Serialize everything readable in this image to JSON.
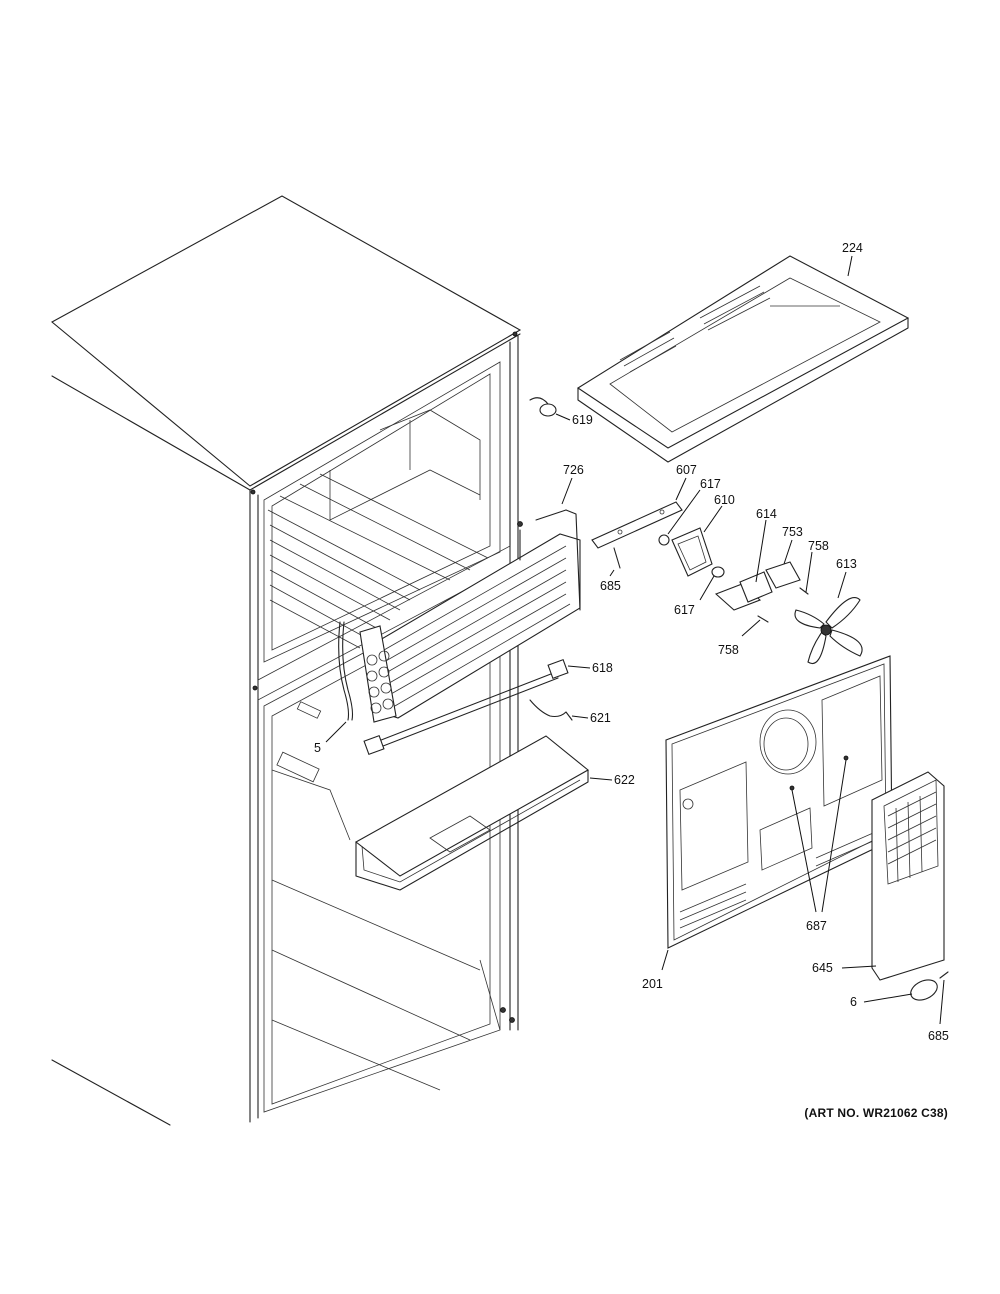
{
  "diagram": {
    "art_number": "(ART NO. WR21062 C38)",
    "callouts": {
      "c224": "224",
      "c619": "619",
      "c726": "726",
      "c607": "607",
      "c617a": "617",
      "c610": "610",
      "c614": "614",
      "c753": "753",
      "c758a": "758",
      "c613": "613",
      "c685a": "685",
      "c617b": "617",
      "c758b": "758",
      "c618": "618",
      "c621": "621",
      "c5": "5",
      "c622": "622",
      "c687": "687",
      "c201": "201",
      "c645": "645",
      "c6": "6",
      "c685b": "685"
    }
  }
}
